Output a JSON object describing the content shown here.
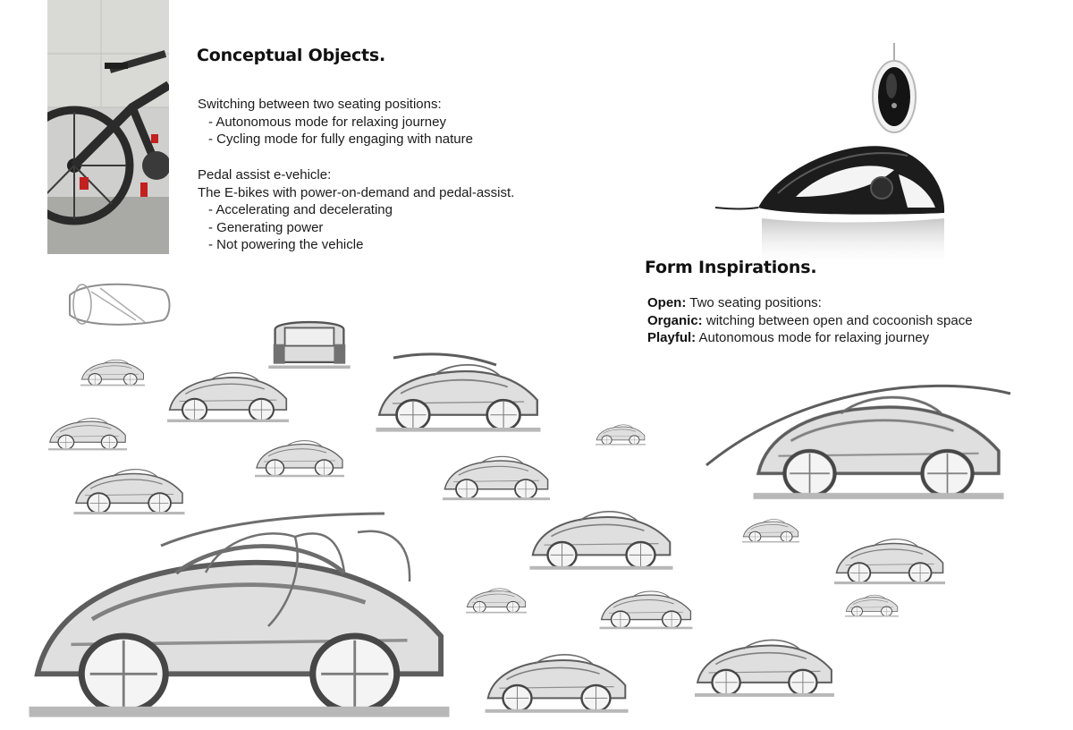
{
  "concept": {
    "title": "Conceptual Objects.",
    "seating_intro": "Switching between two seating positions:",
    "seating_items": [
      "- Autonomous mode for relaxing journey",
      "- Cycling mode for fully engaging with nature"
    ],
    "pedal_title": "Pedal assist e-vehicle:",
    "pedal_desc": "The E-bikes with power-on-demand and pedal-assist.",
    "pedal_items": [
      "- Accelerating and decelerating",
      "- Generating power",
      "- Not powering the vehicle"
    ]
  },
  "form": {
    "title": "Form Inspirations.",
    "items": [
      {
        "term": "Open:",
        "text": " Two seating positions:"
      },
      {
        "term": "Organic:",
        "text": " witching between open and cocoonish space"
      },
      {
        "term": "Playful:",
        "text": " Autonomous mode for relaxing journey"
      }
    ]
  },
  "images": {
    "bike_photo": "e-bike-photo",
    "mouse_top": "apple-mouse-top-view",
    "mouse_side": "sculpted-mouse-side-view",
    "sketches": "vehicle-pencil-sketches"
  }
}
